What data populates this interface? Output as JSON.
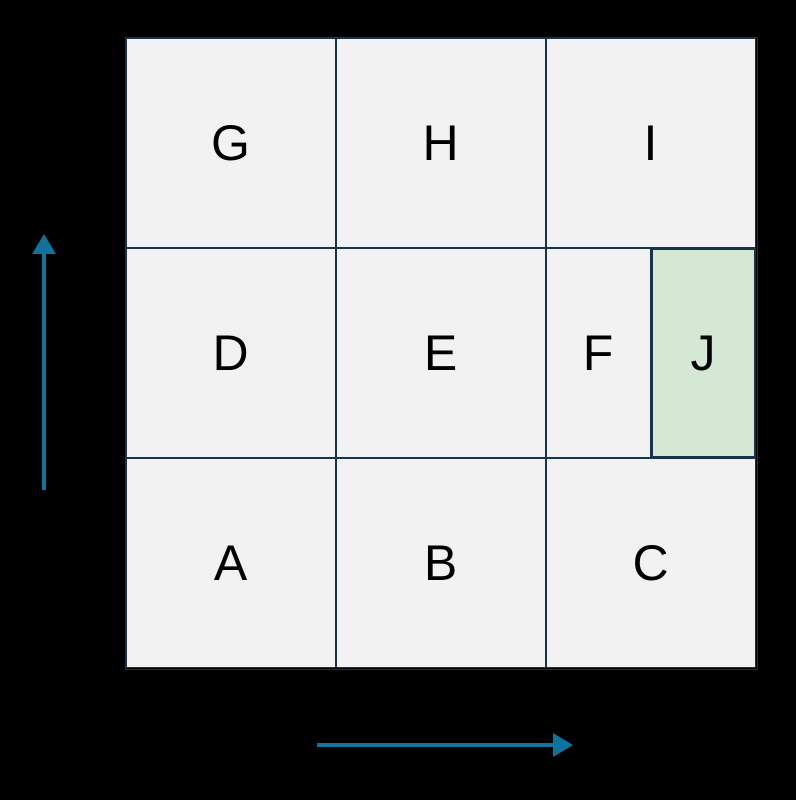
{
  "diagram": {
    "background_color": "#000000",
    "grid": {
      "border_color": "#16324C",
      "cell_fill_color": "#F2F2F2",
      "highlight_fill_color": "#D5E8D4"
    },
    "cells": {
      "g": {
        "label": "G",
        "row": "top",
        "col": "left",
        "highlighted": false
      },
      "h": {
        "label": "H",
        "row": "top",
        "col": "center",
        "highlighted": false
      },
      "i": {
        "label": "I",
        "row": "top",
        "col": "right",
        "highlighted": false
      },
      "d": {
        "label": "D",
        "row": "middle",
        "col": "left",
        "highlighted": false
      },
      "e": {
        "label": "E",
        "row": "middle",
        "col": "center",
        "highlighted": false
      },
      "f": {
        "label": "F",
        "row": "middle",
        "col": "right-left-half",
        "highlighted": false
      },
      "j": {
        "label": "J",
        "row": "middle",
        "col": "right-right-half",
        "highlighted": true
      },
      "a": {
        "label": "A",
        "row": "bottom",
        "col": "left",
        "highlighted": false
      },
      "b": {
        "label": "B",
        "row": "bottom",
        "col": "center",
        "highlighted": false
      },
      "c": {
        "label": "C",
        "row": "bottom",
        "col": "right",
        "highlighted": false
      }
    },
    "arrows": {
      "color": "#10739E",
      "vertical": {
        "direction": "up"
      },
      "horizontal": {
        "direction": "right"
      }
    }
  }
}
